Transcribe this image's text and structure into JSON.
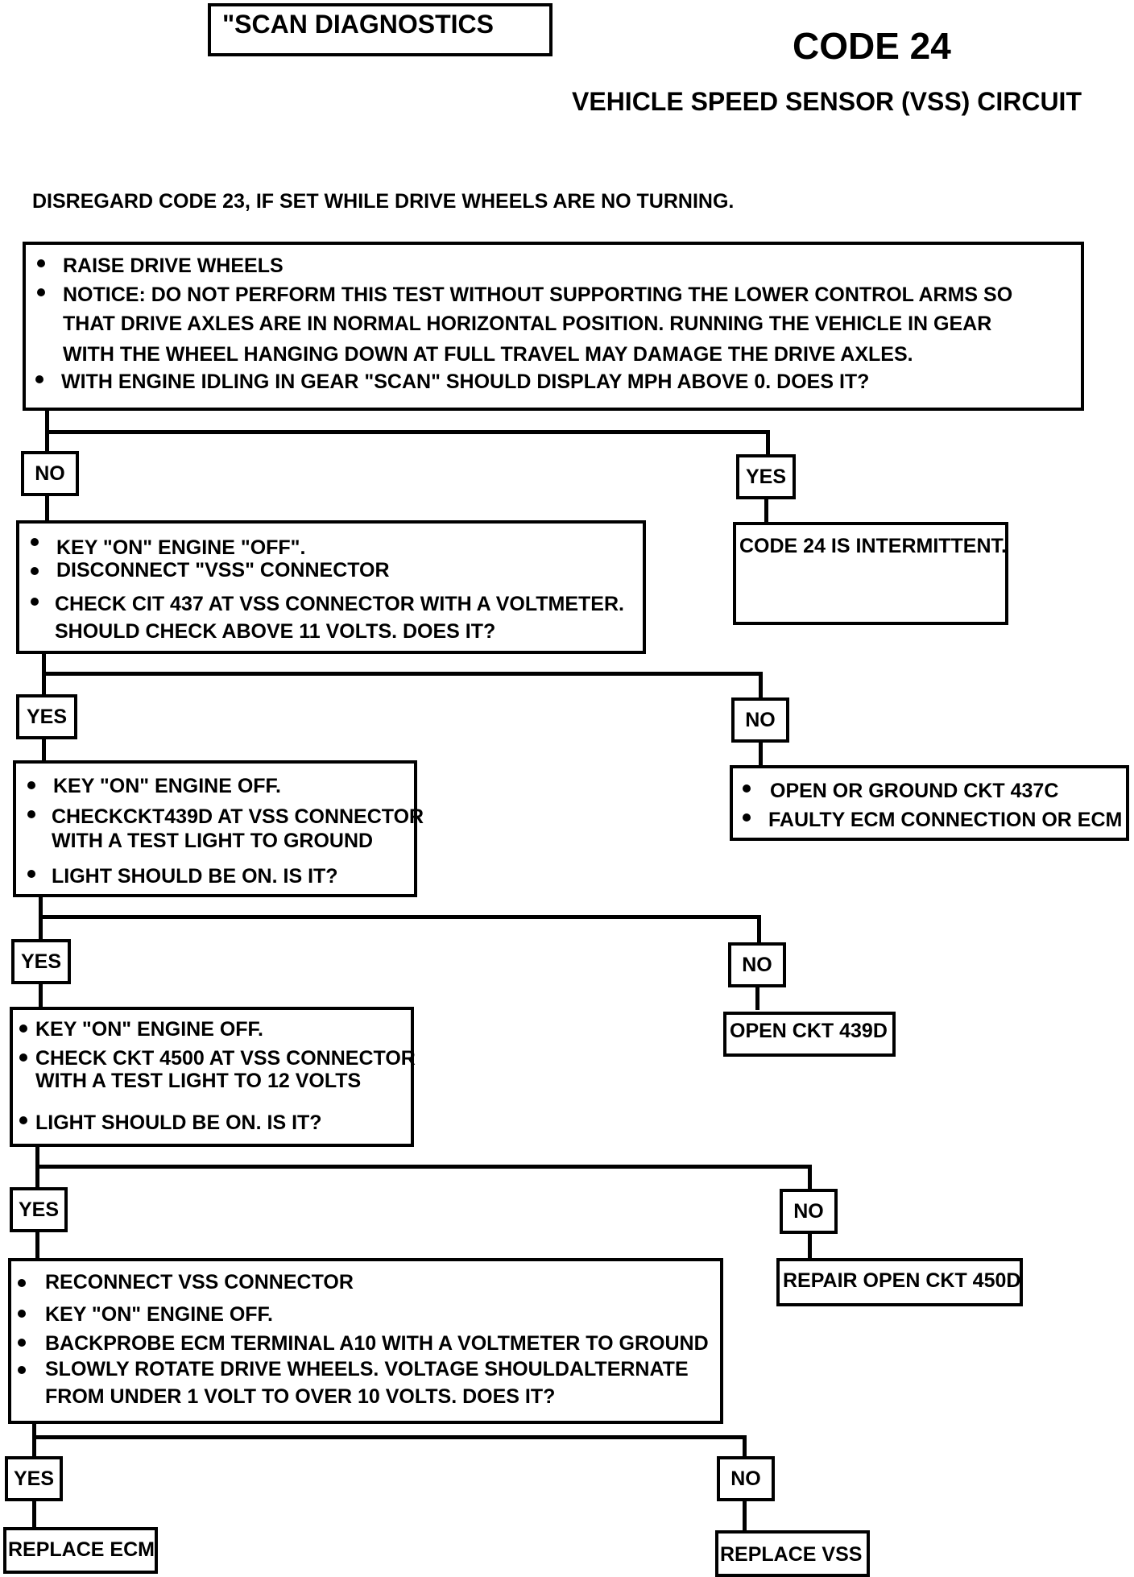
{
  "header": {
    "tag": "\"SCAN DIAGNOSTICS",
    "code": "CODE 24",
    "circuit": "VEHICLE SPEED SENSOR (VSS) CIRCUIT"
  },
  "note": "DISREGARD CODE 23, IF SET WHILE DRIVE WHEELS ARE NO TURNING.",
  "step1": {
    "b1": "RAISE DRIVE WHEELS",
    "b2_l1": "NOTICE:   DO NOT PERFORM THIS TEST WITHOUT SUPPORTING THE LOWER CONTROL ARMS SO",
    "b2_l2": "THAT DRIVE AXLES ARE IN NORMAL HORIZONTAL POSITION.  RUNNING THE VEHICLE IN GEAR",
    "b2_l3": "WITH THE WHEEL HANGING DOWN AT FULL TRAVEL MAY DAMAGE THE DRIVE AXLES.",
    "b3": "WITH ENGINE IDLING IN GEAR \"SCAN\" SHOULD DISPLAY MPH ABOVE 0. DOES IT?"
  },
  "labels": {
    "l1_no": "NO",
    "l1_yes": "YES",
    "l2_yes": "YES",
    "l2_no": "NO",
    "l3_yes": "YES",
    "l3_no": "NO",
    "l4_yes": "YES",
    "l4_no": "NO",
    "l5_yes": "YES",
    "l5_no": "NO"
  },
  "step2": {
    "b1": "KEY \"ON\" ENGINE \"OFF\".",
    "b2": "DISCONNECT \"VSS\" CONNECTOR",
    "b3_l1": "CHECK CIT 437 AT VSS CONNECTOR WITH A VOLTMETER.",
    "b3_l2": "SHOULD CHECK ABOVE 11 VOLTS.  DOES IT?"
  },
  "intermittent": "CODE 24 IS INTERMITTENT.",
  "step3": {
    "b1": "KEY \"ON\" ENGINE OFF.",
    "b2_l1": "CHECKCKT439D AT VSS CONNECTOR",
    "b2_l2": "WITH A TEST LIGHT TO GROUND",
    "b3": "LIGHT SHOULD BE ON.  IS IT?"
  },
  "open437": {
    "b1": "OPEN OR GROUND CKT 437C",
    "b2": "FAULTY ECM CONNECTION OR ECM"
  },
  "step4": {
    "b1": "KEY \"ON\" ENGINE OFF.",
    "b2_l1": "CHECK CKT 4500 AT VSS CONNECTOR",
    "b2_l2": "WITH A TEST LIGHT TO 12 VOLTS",
    "b3": "LIGHT SHOULD BE ON.  IS IT?"
  },
  "open439": "OPEN CKT 439D",
  "step5": {
    "b1": "RECONNECT VSS CONNECTOR",
    "b2": "KEY \"ON\" ENGINE OFF.",
    "b3": "BACKPROBE ECM TERMINAL A10 WITH A VOLTMETER TO GROUND",
    "b4_l1": "SLOWLY ROTATE DRIVE WHEELS.  VOLTAGE SHOULDALTERNATE",
    "b4_l2": "FROM UNDER 1 VOLT TO OVER 10 VOLTS.  DOES IT?"
  },
  "repair450": "REPAIR OPEN CKT 450D",
  "replace_ecm": "REPLACE ECM",
  "replace_vss": "REPLACE VSS"
}
